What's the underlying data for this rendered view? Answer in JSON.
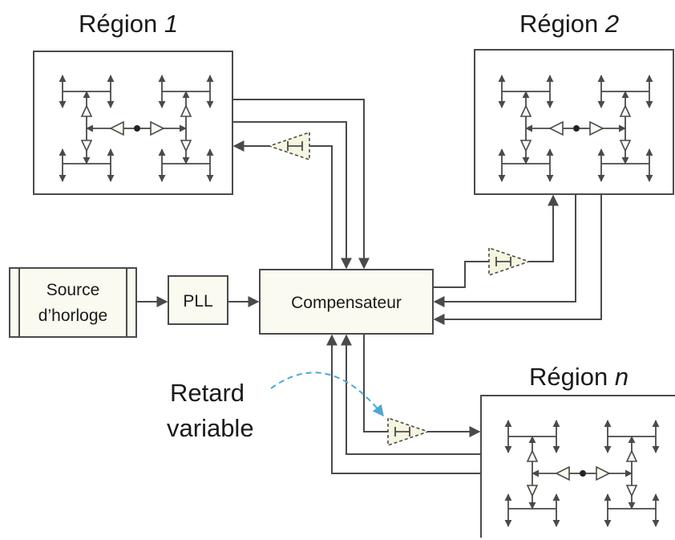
{
  "regions": [
    {
      "prefix": "Région ",
      "index": "1"
    },
    {
      "prefix": "Région ",
      "index": "2"
    },
    {
      "prefix": "Région ",
      "index": "n"
    }
  ],
  "clock_source": {
    "line1": "Source",
    "line2": "d’horloge"
  },
  "pll": {
    "label": "PLL"
  },
  "compensator": {
    "label": "Compensateur"
  },
  "annotation": {
    "line1": "Retard",
    "line2": "variable"
  },
  "colors": {
    "stroke": "#4a4a4a",
    "box_fill": "#fafaf0",
    "delay_fill": "#f5f5e0",
    "annotation_arrow": "#4aa8d8"
  },
  "icons": [
    "clock-tree-icon",
    "variable-delay-buffer-icon",
    "buffer-icon"
  ]
}
